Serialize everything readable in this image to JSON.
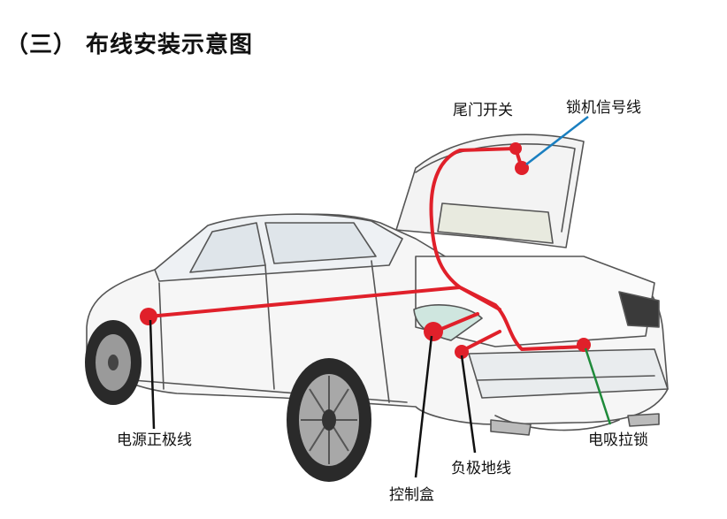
{
  "title": "（三） 布线安装示意图",
  "labels": {
    "tailgate_switch": "尾门开关",
    "lock_signal": "锁机信号线",
    "power_positive": "电源正极线",
    "control_box": "控制盒",
    "negative_ground": "负极地线",
    "suction_lock": "电吸拉锁"
  },
  "colors": {
    "wire": "#e0202a",
    "leader_black": "#111111",
    "leader_blue": "#1a7fc0",
    "leader_green": "#1f8a3a"
  }
}
